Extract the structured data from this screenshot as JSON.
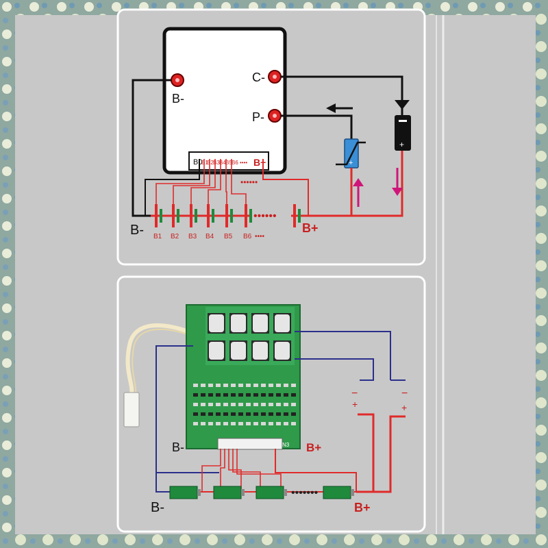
{
  "colors": {
    "panel_bg": "#c8c8c8",
    "wire_red": "#e02a2a",
    "wire_black": "#111111",
    "wire_blue": "#2b2f8a",
    "cell_green": "#1f8a3c",
    "board_green": "#2f9a4a",
    "floral_border": "#9fb4a8"
  },
  "top_diagram": {
    "terminals": {
      "b_minus": "B-",
      "c_minus": "C-",
      "p_minus": "P-"
    },
    "header_pins": [
      "B0",
      "B1",
      "B2",
      "B3",
      "B4",
      "B5",
      "B6",
      "••••"
    ],
    "header_b_plus": "B+",
    "dots_mid": "••••••",
    "dots_cells": "••••••",
    "cells": [
      "B1",
      "B2",
      "B3",
      "B4",
      "B5",
      "B6",
      "••••"
    ],
    "bottom_b_minus": "B-",
    "bottom_b_plus": "B+",
    "load_minus": "−",
    "load_plus": "+",
    "charger_plus": "+"
  },
  "bottom_diagram": {
    "b_minus_board": "B-",
    "b_plus_board": "B+",
    "connector_label": "N3",
    "b_minus_bottom": "B-",
    "b_plus_bottom": "B+",
    "dots_cells": "•••••••",
    "load1_minus": "−",
    "load1_plus": "+",
    "load2_minus": "−",
    "load2_plus": "+"
  }
}
